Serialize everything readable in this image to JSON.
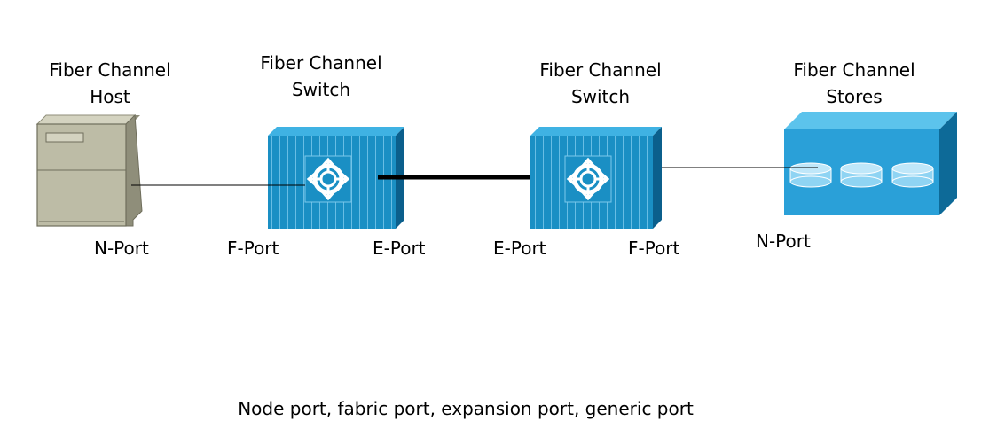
{
  "devices": [
    {
      "id": "host",
      "title_line1": "Fiber Channel",
      "title_line2": "Host",
      "port": "N-Port"
    },
    {
      "id": "switch1",
      "title_line1": "Fiber Channel",
      "title_line2": "Switch",
      "port_left": "F-Port",
      "port_right": "E-Port"
    },
    {
      "id": "switch2",
      "title_line1": "Fiber Channel",
      "title_line2": "Switch",
      "port_left": "E-Port",
      "port_right": "F-Port"
    },
    {
      "id": "storage",
      "title_line1": "Fiber Channel",
      "title_line2": "Stores",
      "port": "N-Port"
    }
  ],
  "caption": "Node port, fabric port, expansion port, generic port",
  "colors": {
    "switch_front": "#1a8fc4",
    "switch_side": "#0b5f8c",
    "switch_top": "#3fb2e3",
    "storage_front": "#2aa0d8",
    "host_body": "#bdbca6",
    "link": "#000000"
  }
}
